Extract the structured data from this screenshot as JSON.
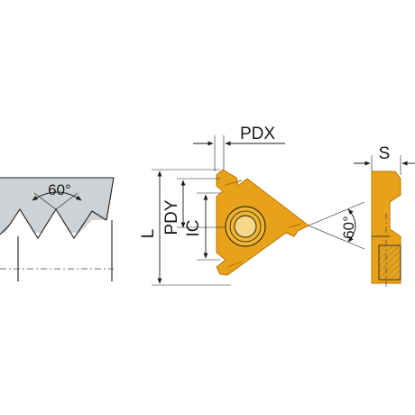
{
  "labels": {
    "thread_angle": "60°",
    "pdx": "PDX",
    "pdy": "PDY",
    "length": "L",
    "ic": "IC",
    "insert_angle": "60°",
    "thickness": "S"
  },
  "colors": {
    "insert_fill": "#e8a21a",
    "insert_edge": "#b87400",
    "workpiece_fill": "#cfd2d4",
    "hatch": "#6b6b6b",
    "line": "#1a1a1a"
  }
}
